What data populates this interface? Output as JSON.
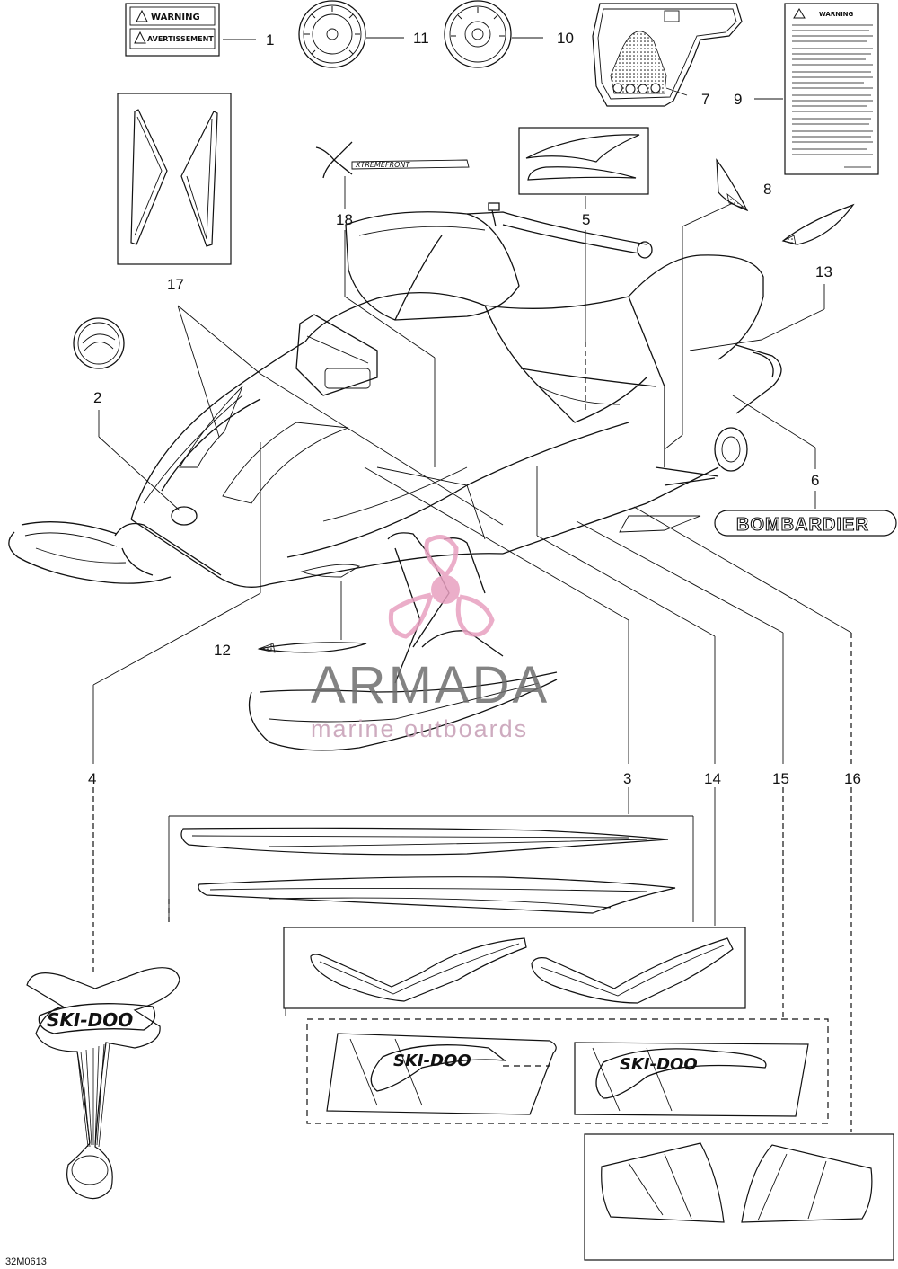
{
  "diagram": {
    "callouts": [
      "1",
      "2",
      "3",
      "4",
      "5",
      "6",
      "7",
      "8",
      "9",
      "10",
      "11",
      "12",
      "13",
      "14",
      "15",
      "16",
      "17",
      "18"
    ],
    "warning_label": {
      "line1": "WARNING",
      "line2": "AVERTISSEMENT"
    },
    "brand_decal": "BOMBARDIER",
    "model_logo": "SKI-DOO",
    "windshield_logo": "XTREMEFRONT",
    "drawing_code": "32M0613",
    "warning_card_title": "WARNING"
  },
  "watermark": {
    "title": "ARMADA",
    "subtitle": "marine outboards",
    "accent_color": "#e8a0c0",
    "text_color": "#6e6e6e"
  }
}
